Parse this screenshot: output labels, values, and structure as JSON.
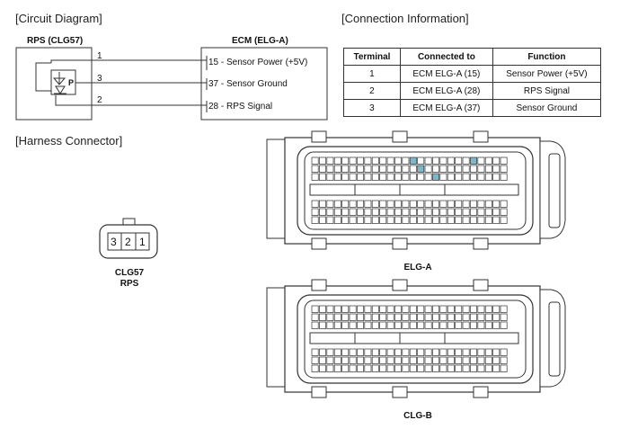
{
  "sections": {
    "circuit": "[Circuit Diagram]",
    "connection": "[Connection Information]",
    "harness": "[Harness Connector]"
  },
  "circuit": {
    "rps_title": "RPS (CLG57)",
    "ecm_title": "ECM (ELG-A)",
    "sensor_letter": "P",
    "rps_pins": [
      "1",
      "3",
      "2"
    ],
    "ecm_pins": [
      {
        "num": "15",
        "text": " - Sensor Power (+5V)"
      },
      {
        "num": "37",
        "text": " - Sensor Ground"
      },
      {
        "num": "28",
        "text": " - RPS Signal"
      }
    ]
  },
  "table": {
    "headers": [
      "Terminal",
      "Connected to",
      "Function"
    ],
    "rows": [
      [
        "1",
        "ECM ELG-A (15)",
        "Sensor Power (+5V)"
      ],
      [
        "2",
        "ECM ELG-A (28)",
        "RPS Signal"
      ],
      [
        "3",
        "ECM ELG-A (37)",
        "Sensor Ground"
      ]
    ]
  },
  "harness": {
    "small_connector_pins": [
      "3",
      "2",
      "1"
    ],
    "small_connector_name": "CLG57",
    "small_connector_desc": "RPS",
    "ecm_connector_a": "ELG-A",
    "ecm_connector_b": "CLG-B"
  }
}
